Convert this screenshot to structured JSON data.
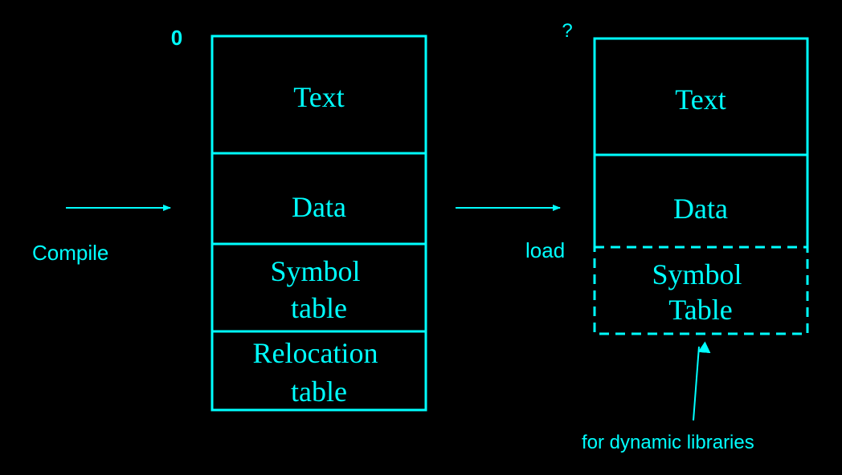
{
  "colors": {
    "background": "#000000",
    "stroke": "#00ffff",
    "text": "#00ffff"
  },
  "left_column": {
    "address_label": "0",
    "segments": {
      "text": [
        "Text"
      ],
      "data": [
        "Data"
      ],
      "symbol_table": [
        "Symbol",
        "table"
      ],
      "relocation_table": [
        "Relocation",
        "table"
      ]
    }
  },
  "right_column": {
    "address_label": "?",
    "segments": {
      "text": [
        "Text"
      ],
      "data": [
        "Data"
      ],
      "symbol_table": [
        "Symbol",
        "Table"
      ]
    },
    "symbol_table_style": "dashed"
  },
  "arrows": {
    "compile_label": "Compile",
    "load_label": "load"
  },
  "annotation": {
    "label": "for dynamic libraries"
  }
}
